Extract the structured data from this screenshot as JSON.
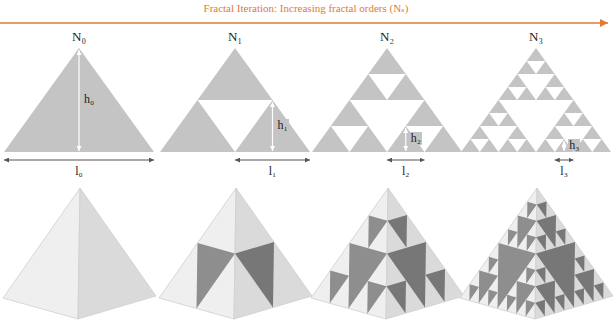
{
  "diagram": {
    "title": "Fractal Iteration: Increasing fractal orders (Nₛ)",
    "labels": [
      "N₀",
      "h₀",
      "l₀",
      "N₁",
      "h₁",
      "l₁",
      "N₂",
      "h₂",
      "l₂",
      "N₃",
      "h₃",
      "l₃"
    ]
  }
}
